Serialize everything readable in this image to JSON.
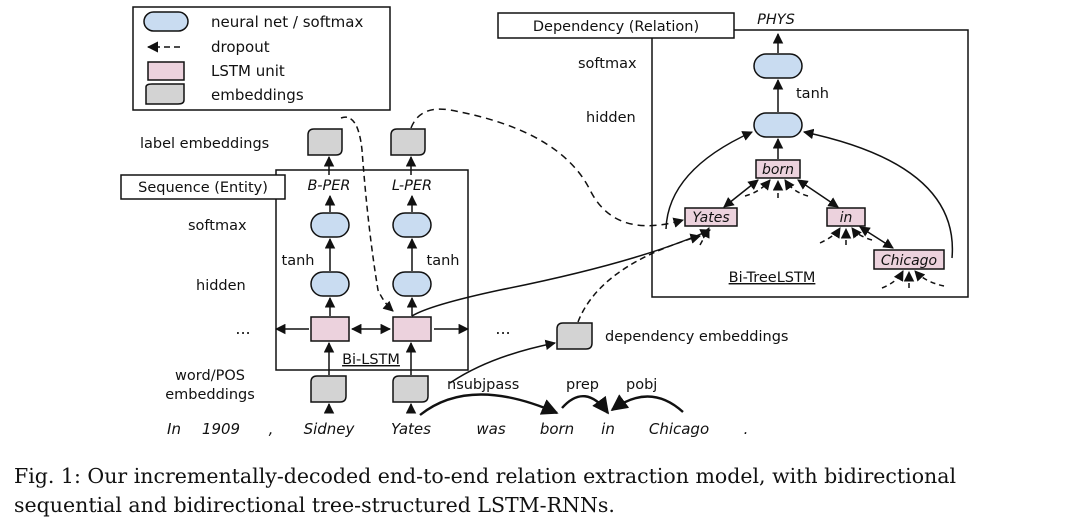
{
  "legend": {
    "neural_net": "neural net / softmax",
    "dropout": "dropout",
    "lstm_unit": "LSTM unit",
    "embeddings": "embeddings"
  },
  "sequence": {
    "box_title": "Sequence (Entity)",
    "label_embeddings": "label embeddings",
    "softmax": "softmax",
    "hidden": "hidden",
    "tanh_1": "tanh",
    "tanh_2": "tanh",
    "bilstm": "Bi-LSTM",
    "wordpos_1": "word/POS",
    "wordpos_2": "embeddings",
    "label_1": "B-PER",
    "label_2": "L-PER",
    "ellipsis_left": "...",
    "ellipsis_right": "..."
  },
  "dependency": {
    "box_title": "Dependency (Relation)",
    "relation": "PHYS",
    "softmax": "softmax",
    "tanh": "tanh",
    "hidden": "hidden",
    "node_born": "born",
    "node_yates": "Yates",
    "node_in": "in",
    "node_chicago": "Chicago",
    "bitreelstm": "Bi-TreeLSTM",
    "dep_embeddings": "dependency embeddings"
  },
  "parse": {
    "nsubjpass": "nsubjpass",
    "prep": "prep",
    "pobj": "pobj"
  },
  "sentence": [
    "In",
    "1909",
    ",",
    "Sidney",
    "Yates",
    "was",
    "born",
    "in",
    "Chicago",
    "."
  ],
  "caption": "Fig. 1: Our incrementally-decoded end-to-end relation extraction model, with bidirectional sequential and bidirectional tree-structured LSTM-RNNs.",
  "colors": {
    "neural": "#c9dcf1",
    "lstm": "#ecd2dd",
    "embedding": "#d3d3d3",
    "stroke": "#111111"
  }
}
